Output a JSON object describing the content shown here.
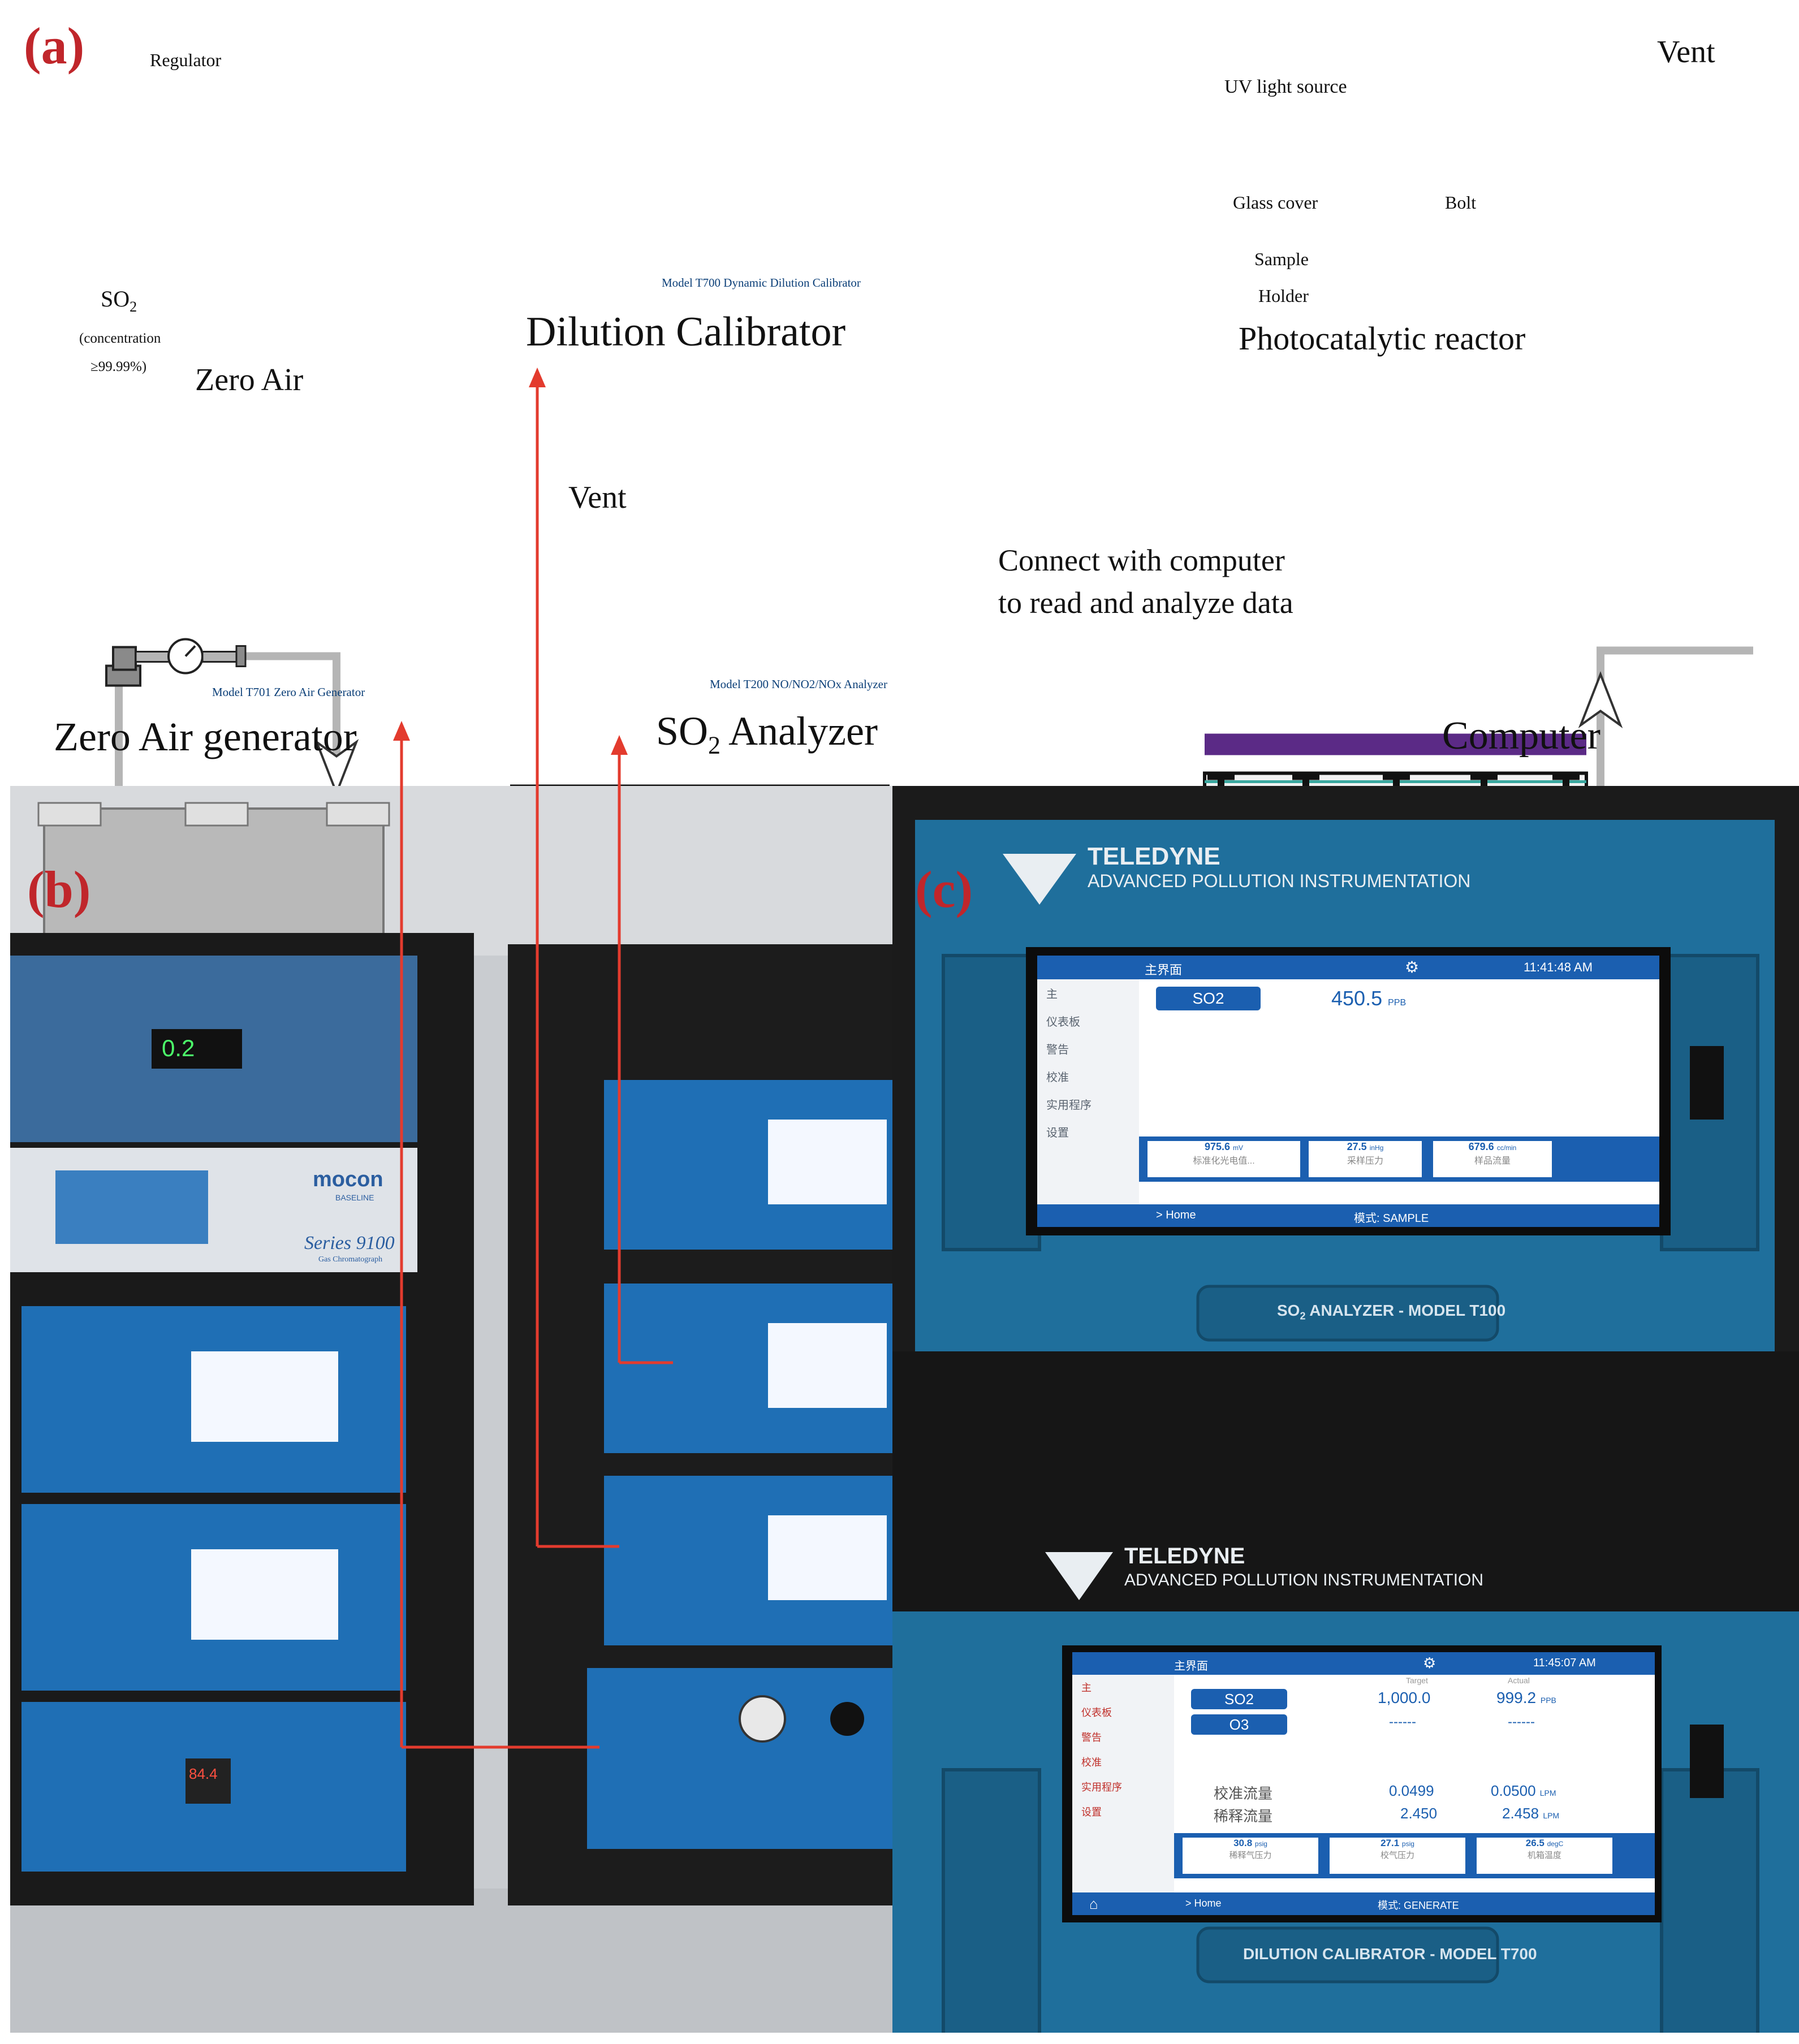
{
  "panels": {
    "a": "(a)",
    "b": "(b)",
    "c": "(c)"
  },
  "diagram": {
    "regulator": "Regulator",
    "so2_cylinder": {
      "formula": "SO",
      "subscript": "2",
      "line1": "(concentration",
      "line2": "≥99.99%)"
    },
    "zero_air_label": "Zero Air",
    "dilution_calibrator": {
      "caption": "Dilution Calibrator",
      "plate": "Model T700 Dynamic Dilution Calibrator"
    },
    "zero_air_generator": {
      "caption": "Zero Air generator",
      "plate": "Model T701 Zero Air Generator"
    },
    "so2_analyzer": {
      "caption_pre": "SO",
      "caption_sub": "2",
      "caption_post": " Analyzer",
      "plate": "Model T200 NO/NO2/NOx Analyzer"
    },
    "vent_top": "Vent",
    "vent_mid": "Vent",
    "uv_source": "UV light source",
    "glass_cover": "Glass cover",
    "bolt": "Bolt",
    "sample": "Sample",
    "holder": "Holder",
    "reactor": "Photocatalytic reactor",
    "connect_line1": "Connect with computer",
    "connect_line2": "to read and analyze data",
    "computer": "Computer"
  },
  "photo_c": {
    "brand": "TELEDYNE",
    "brand_sub": "ADVANCED POLLUTION INSTRUMENTATION",
    "analyzer": {
      "screen_title": "主界面",
      "time": "11:41:48 AM",
      "gas_tag": "SO2",
      "reading": "450.5",
      "unit": "PPB",
      "menu": [
        "主",
        "仪表板",
        "警告",
        "校准",
        "实用程序",
        "设置"
      ],
      "tiles": [
        {
          "value": "975.6",
          "unit": "mV",
          "label": "标准化光电值..."
        },
        {
          "value": "27.5",
          "unit": "inHg",
          "label": "采样压力"
        },
        {
          "value": "679.6",
          "unit": "cc/min",
          "label": "样品流量"
        }
      ],
      "footer_home": "> Home",
      "footer_mode": "模式: SAMPLE",
      "model_plate_pre": "SO",
      "model_plate_sub": "2",
      "model_plate_post": " ANALYZER - MODEL T100"
    },
    "calibrator": {
      "screen_title": "主界面",
      "time": "11:45:07 AM",
      "col_target": "Target",
      "col_actual": "Actual",
      "rows": [
        {
          "gas": "SO2",
          "target": "1,000.0",
          "actual": "999.2",
          "unit": "PPB"
        },
        {
          "gas": "O3",
          "target": "------",
          "actual": "------",
          "unit": ""
        }
      ],
      "flows": [
        {
          "label": "校准流量",
          "target": "0.0499",
          "actual": "0.0500",
          "unit": "LPM"
        },
        {
          "label": "稀释流量",
          "target": "2.450",
          "actual": "2.458",
          "unit": "LPM"
        }
      ],
      "menu": [
        "主",
        "仪表板",
        "警告",
        "校准",
        "实用程序",
        "设置"
      ],
      "tiles": [
        {
          "value": "30.8",
          "unit": "psig",
          "label": "稀释气压力"
        },
        {
          "value": "27.1",
          "unit": "psig",
          "label": "校气压力"
        },
        {
          "value": "26.5",
          "unit": "degC",
          "label": "机箱温度"
        }
      ],
      "footer_home": "> Home",
      "footer_mode": "模式: GENERATE",
      "model_plate": "DILUTION CALIBRATOR - MODEL T700"
    }
  },
  "photo_b": {
    "mocon_brand": "mocon",
    "mocon_sub": "BASELINE",
    "series": "Series 9100",
    "series_sub": "Gas Chromatograph",
    "display": "0.2",
    "temp": "84.4"
  },
  "colors": {
    "pipe": "#b5b5b5",
    "instrument_blue": "#1a6eb5",
    "instrument_gray": "#a9a9a9",
    "uv_purple": "#5b2a86",
    "glass": "#3aa8a0",
    "red_leader": "#e33b2e",
    "panel_red": "#c0262b",
    "teledyne_blue": "#1f6f9c",
    "screen_bar": "#1b5fb0"
  }
}
